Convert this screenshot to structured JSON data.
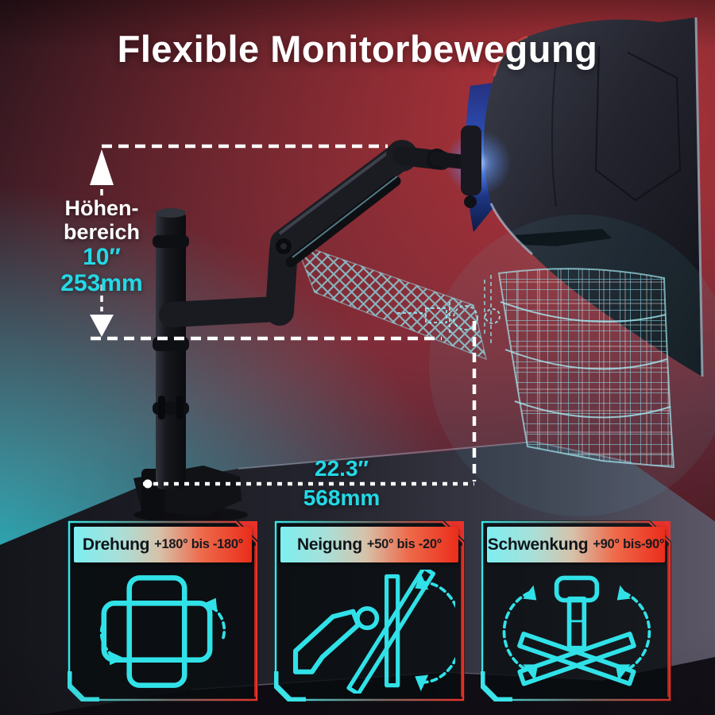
{
  "title": "Flexible Monitorbewegung",
  "height_annotation": {
    "label_line1": "Höhen-",
    "label_line2": "bereich",
    "inches": "10″",
    "millimeters": "253mm"
  },
  "width_annotation": {
    "inches": "22.3″",
    "millimeters": "568mm"
  },
  "panels": [
    {
      "name": "Drehung",
      "range": "+180° bis -180°",
      "icon": "screen-rotation-icon"
    },
    {
      "name": "Neigung",
      "range": "+50° bis -20°",
      "icon": "screen-tilt-icon"
    },
    {
      "name": "Schwenkung",
      "range": "+90° bis-90°",
      "icon": "screen-swivel-icon"
    }
  ],
  "colors": {
    "accent_cyan": "#23d9e6",
    "accent_red": "#e8322a",
    "text_white": "#ffffff"
  }
}
